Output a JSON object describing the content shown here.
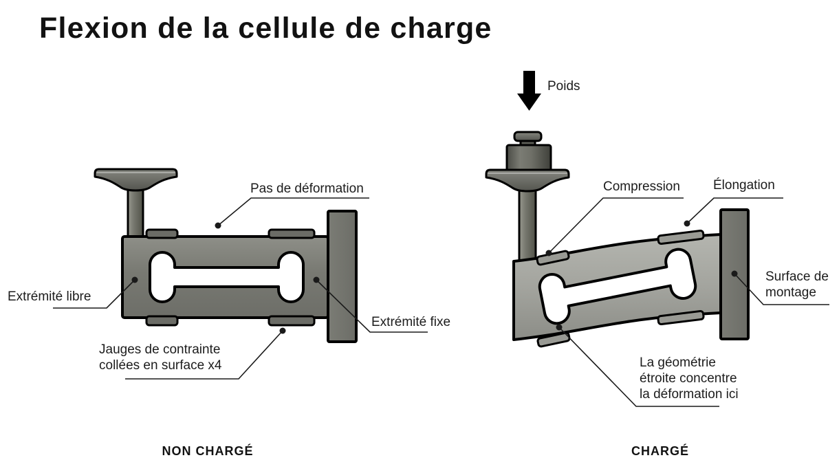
{
  "title": "Flexion de la cellule de charge",
  "colors": {
    "background": "#ffffff",
    "outline": "#000000",
    "text": "#1c1c1c",
    "body_unloaded": "#7c7d76",
    "body_loaded": "#a3a49e",
    "mounting_block": "#73746e",
    "hardware_dark": "#5b5c55",
    "cutout": "#ffffff"
  },
  "unloaded": {
    "caption": "NON CHARGÉ",
    "label_no_deformation": "Pas de déformation",
    "label_free_end": "Extrémité libre",
    "label_fixed_end": "Extrémité fixe",
    "label_strain_gauges": "Jauges de contrainte\ncollées en surface x4"
  },
  "loaded": {
    "caption": "CHARGÉ",
    "label_weight": "Poids",
    "label_compression": "Compression",
    "label_elongation": "Élongation",
    "label_mounting_surface": "Surface de\nmontage",
    "label_narrow_geometry": "La géométrie\nétroite concentre\nla déformation ici"
  }
}
